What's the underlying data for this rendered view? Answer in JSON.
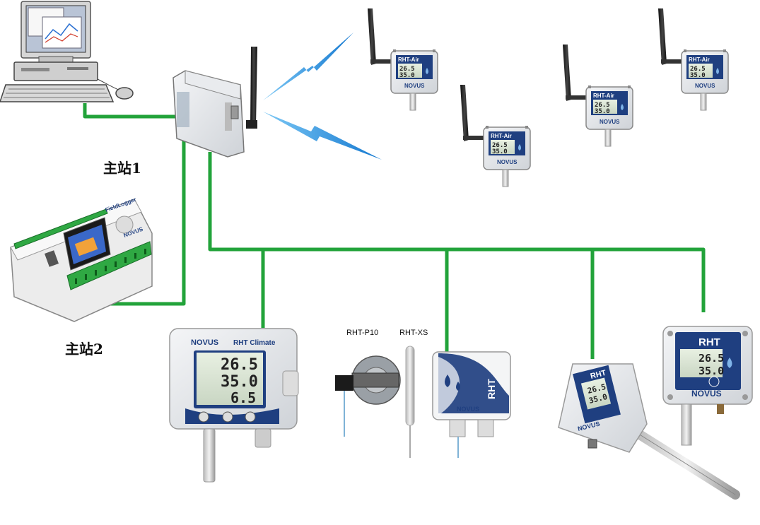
{
  "labels": {
    "master1": "主站1",
    "master2": "主站2",
    "rht_p10": "RHT-P10",
    "rht_xs": "RHT-XS"
  },
  "brand": "NOVUS",
  "device_names": {
    "wireless": "RHT-Air",
    "climate": "RHT Climate",
    "rht": "RHT",
    "logger": "FieldLogger"
  },
  "readings": {
    "temperature": "26.5",
    "humidity": "35.0",
    "third": "6.5"
  },
  "colors": {
    "bus": "#22a33a",
    "wireless": "#1e90e0",
    "novus_blue": "#1f3f80"
  }
}
